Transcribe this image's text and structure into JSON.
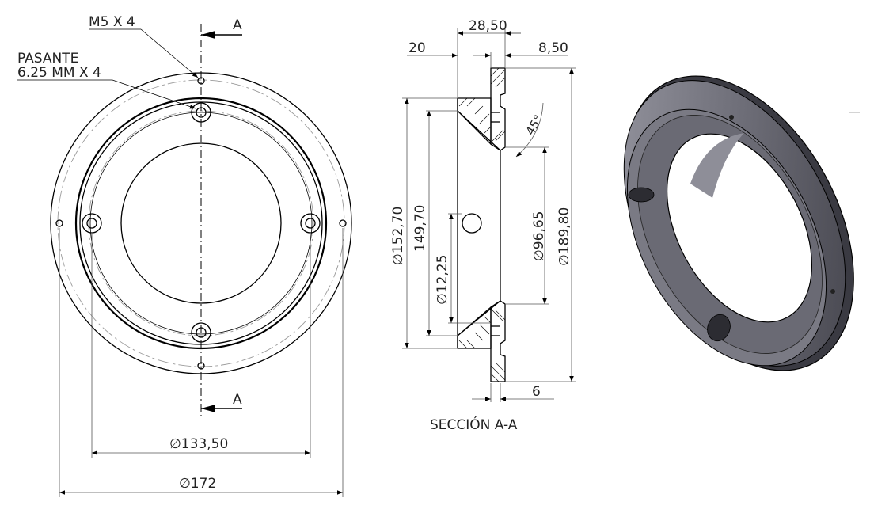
{
  "callouts": {
    "m5": "M5 X 4",
    "pasante_1": "PASANTE",
    "pasante_2": "6.25 MM X 4"
  },
  "section_markers": {
    "top": "A",
    "bottom": "A"
  },
  "front_view_dims": {
    "inner_diameter": "∅133,50",
    "outer_diameter": "∅172"
  },
  "section_view": {
    "title": "SECCIÓN A-A",
    "dim_28_50": "28,50",
    "dim_20": "20",
    "dim_8_50": "8,50",
    "angle_45": "45°",
    "dia_152_70": "∅152,70",
    "dia_149_70": "149,70",
    "dia_12_25": "∅12,25",
    "dia_96_65": "∅96,65",
    "dia_189_80": "∅189,80",
    "dim_6": "6"
  },
  "colors": {
    "line": "#000000",
    "centerline": "#888888",
    "part_dark": "#4a4a52",
    "part_light": "#8a8a94"
  }
}
